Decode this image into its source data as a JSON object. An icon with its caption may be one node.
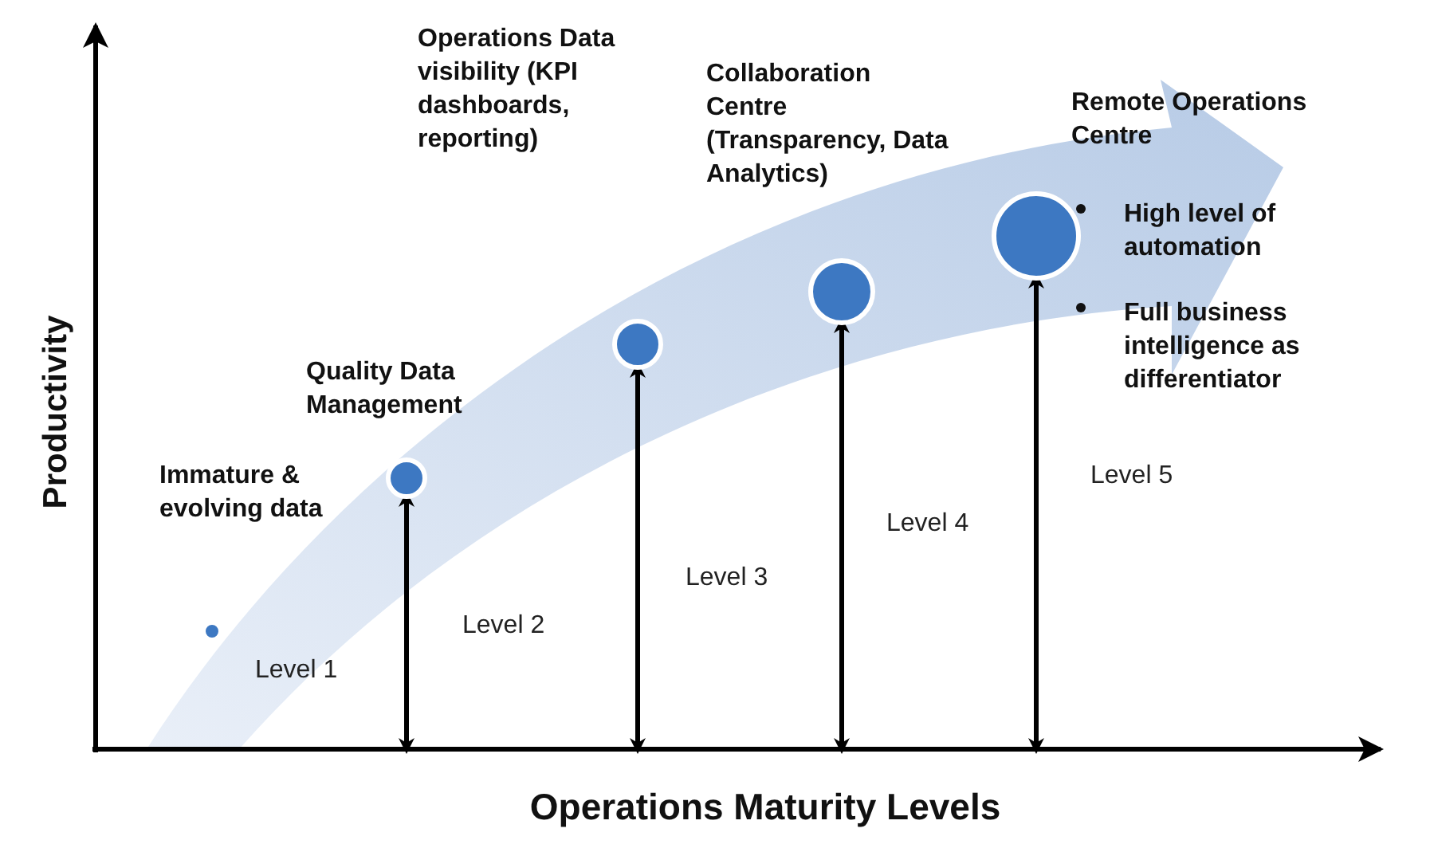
{
  "diagram": {
    "nodes": [
      {
        "text": [],
        "shape": "circle"
      },
      {
        "text": [],
        "shape": "circle"
      },
      {
        "text": [],
        "shape": "circle"
      },
      {
        "text": [],
        "shape": "circle"
      },
      {
        "text": [],
        "shape": "circle"
      }
    ],
    "edges": [
      {
        "from": null,
        "to": 1,
        "arrow": "both"
      },
      {
        "from": null,
        "to": 2,
        "arrow": "both"
      },
      {
        "from": null,
        "to": 3,
        "arrow": "both"
      },
      {
        "from": null,
        "to": 4,
        "arrow": "both"
      }
    ],
    "labels": [
      "Operations Data visibility (KPI dashboards, reporting)",
      "Collaboration Centre (Transparency, Data Analytics)",
      "Remote Operations Centre",
      "High level of automation",
      "Full business intelligence as differentiator",
      "Quality Data Management",
      "Level 5",
      "Immature & evolving data",
      "Level 4",
      "Productivity",
      "Level 3",
      "Level 2",
      "Level 1",
      "Operations Maturity Levels"
    ]
  }
}
